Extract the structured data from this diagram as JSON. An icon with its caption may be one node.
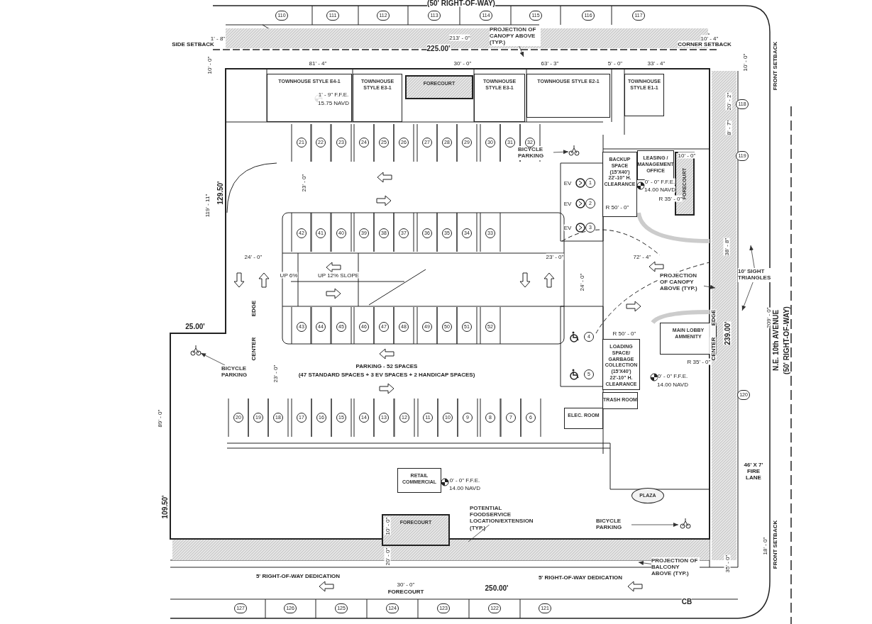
{
  "diagram": {
    "nodes": [
      {
        "text": [
          "TOWNHOUSE STYLE E4-1"
        ]
      },
      {
        "text": [
          "TOWNHOUSE STYLE E3-1"
        ]
      },
      {
        "text": [
          "FORECOURT"
        ]
      },
      {
        "text": [
          "TOWNHOUSE STYLE E3-1"
        ]
      },
      {
        "text": [
          "TOWNHOUSE STYLE E2-1"
        ]
      },
      {
        "text": [
          "TOWNHOUSE STYLE E1-1"
        ]
      },
      {
        "text": [
          "BACKUP SPACE (15'X40') 22'-10\" H. CLEARANCE"
        ]
      },
      {
        "text": [
          "LEASING / MANAGEMENT OFFICE"
        ]
      },
      {
        "text": [
          "FORECOURT"
        ]
      },
      {
        "text": [
          "MAIN LOBBY AMMENITY"
        ]
      },
      {
        "text": [
          "LOADING SPACE/ GARBAGE COLLECTION (15'X40') 22'-10\" H. CLEARANCE"
        ]
      },
      {
        "text": [
          "TRASH ROOM"
        ]
      },
      {
        "text": [
          "ELEC. ROOM"
        ]
      },
      {
        "text": [
          "RETAIL COMMERCIAL"
        ]
      },
      {
        "text": [
          "FORECOURT"
        ]
      },
      {
        "text": [
          "PLAZA"
        ]
      },
      {
        "text": [
          "BICYCLE PARKING"
        ]
      },
      {
        "text": [
          "BICYCLE PARKING"
        ]
      },
      {
        "text": [
          "BICYCLE PARKING"
        ]
      },
      {
        "text": [
          "PROJECTION OF CANOPY ABOVE (TYP.)"
        ]
      },
      {
        "text": [
          "POTENTIAL FOODSERVICE LOCATION/EXTENSION (TYP.)"
        ]
      },
      {
        "text": [
          "PROJECTION OF BALCONY ABOVE (TYP.)"
        ]
      },
      {
        "text": [
          "PROJECTION OF CANOPY ABOVE (TYP.)"
        ]
      },
      {
        "text": [
          "10' SIGHT TRIANGLES"
        ]
      }
    ],
    "edges": [
      {
        "from": 16,
        "to": null,
        "arrow": "to"
      },
      {
        "from": 17,
        "to": null,
        "arrow": "to"
      },
      {
        "from": 18,
        "to": null,
        "arrow": "to"
      },
      {
        "from": 19,
        "to": null,
        "arrow": "to"
      },
      {
        "from": 20,
        "to": null,
        "arrow": "none"
      },
      {
        "from": 21,
        "to": null,
        "arrow": "to"
      },
      {
        "from": 22,
        "to": null,
        "arrow": "to"
      },
      {
        "from": 23,
        "to": null,
        "arrow": "to"
      },
      {
        "from": 23,
        "to": null,
        "arrow": "to"
      }
    ],
    "labels": [
      "(50' RIGHT-OF-WAY)",
      "110",
      "111",
      "112",
      "113",
      "114",
      "115",
      "116",
      "117",
      "SIDE SETBACK",
      "1' - 8\"",
      "213' - 0\"",
      "10' - 4\"",
      "CORNER SETBACK",
      "225.00'",
      "10' - 0\"",
      "81' - 4\"",
      "30' - 0\"",
      "63' - 3\"",
      "5' - 0\"",
      "33' - 4\"",
      "10' - 0\"",
      "FRONT SETBACK",
      "1' - 9\" F.F.E.",
      "15.75 NAVD",
      "0' - 0\" F.F.E.",
      "14.00 NAVD",
      "10' - 0\"",
      "20' - 2\"",
      "8' - 7\"",
      "R 35' - 0\"",
      "R 50' - 0\"",
      "21",
      "22",
      "23",
      "24",
      "25",
      "26",
      "27",
      "28",
      "29",
      "30",
      "31",
      "32",
      "42",
      "41",
      "40",
      "39",
      "38",
      "37",
      "36",
      "35",
      "34",
      "33",
      "43",
      "44",
      "45",
      "46",
      "47",
      "48",
      "49",
      "50",
      "51",
      "52",
      "20",
      "19",
      "18",
      "17",
      "16",
      "15",
      "14",
      "13",
      "12",
      "11",
      "10",
      "9",
      "8",
      "7",
      "6",
      "1",
      "2",
      "3",
      "4",
      "5",
      "EV",
      "EV",
      "EV",
      "23' - 0\"",
      "24' - 0\"",
      "23' - 0\"",
      "72' - 4\"",
      "24' - 0\"",
      "23' - 0\"",
      "119' - 11\"",
      "129.50'",
      "UP 6%",
      "UP 12% SLOPE",
      "EDGE",
      "CENTER",
      "25.00'",
      "38' - 8\"",
      "209' - 0\"",
      "N.E. 10th AVENUE",
      "(50' RIGHT-OF-WAY)",
      "239.00'",
      "EDGE",
      "CENTER",
      "R 50' - 0\"",
      "R 35' - 0\"",
      "0' - 0\" F.F.E.",
      "14.00 NAVD",
      "PARKING - 52 SPACES",
      "(47 STANDARD SPACES + 3 EV SPACES + 2 HANDICAP SPACES)",
      "89' - 0\"",
      "109.50'",
      "46' X 7' FIRE LANE",
      "118",
      "119",
      "120",
      "0' - 0\" F.F.E.",
      "14.00 NAVD",
      "5' RIGHT-OF-WAY DEDICATION",
      "5' RIGHT-OF-WAY DEDICATION",
      "30' - 0\"",
      "FORECOURT",
      "250.00'",
      "CB",
      "127",
      "126",
      "125",
      "124",
      "123",
      "122",
      "121",
      "10' - 0\"",
      "20' - 0\"",
      "35' - 0\"",
      "18' - 0\"",
      "FRONT SETBACK"
    ]
  }
}
